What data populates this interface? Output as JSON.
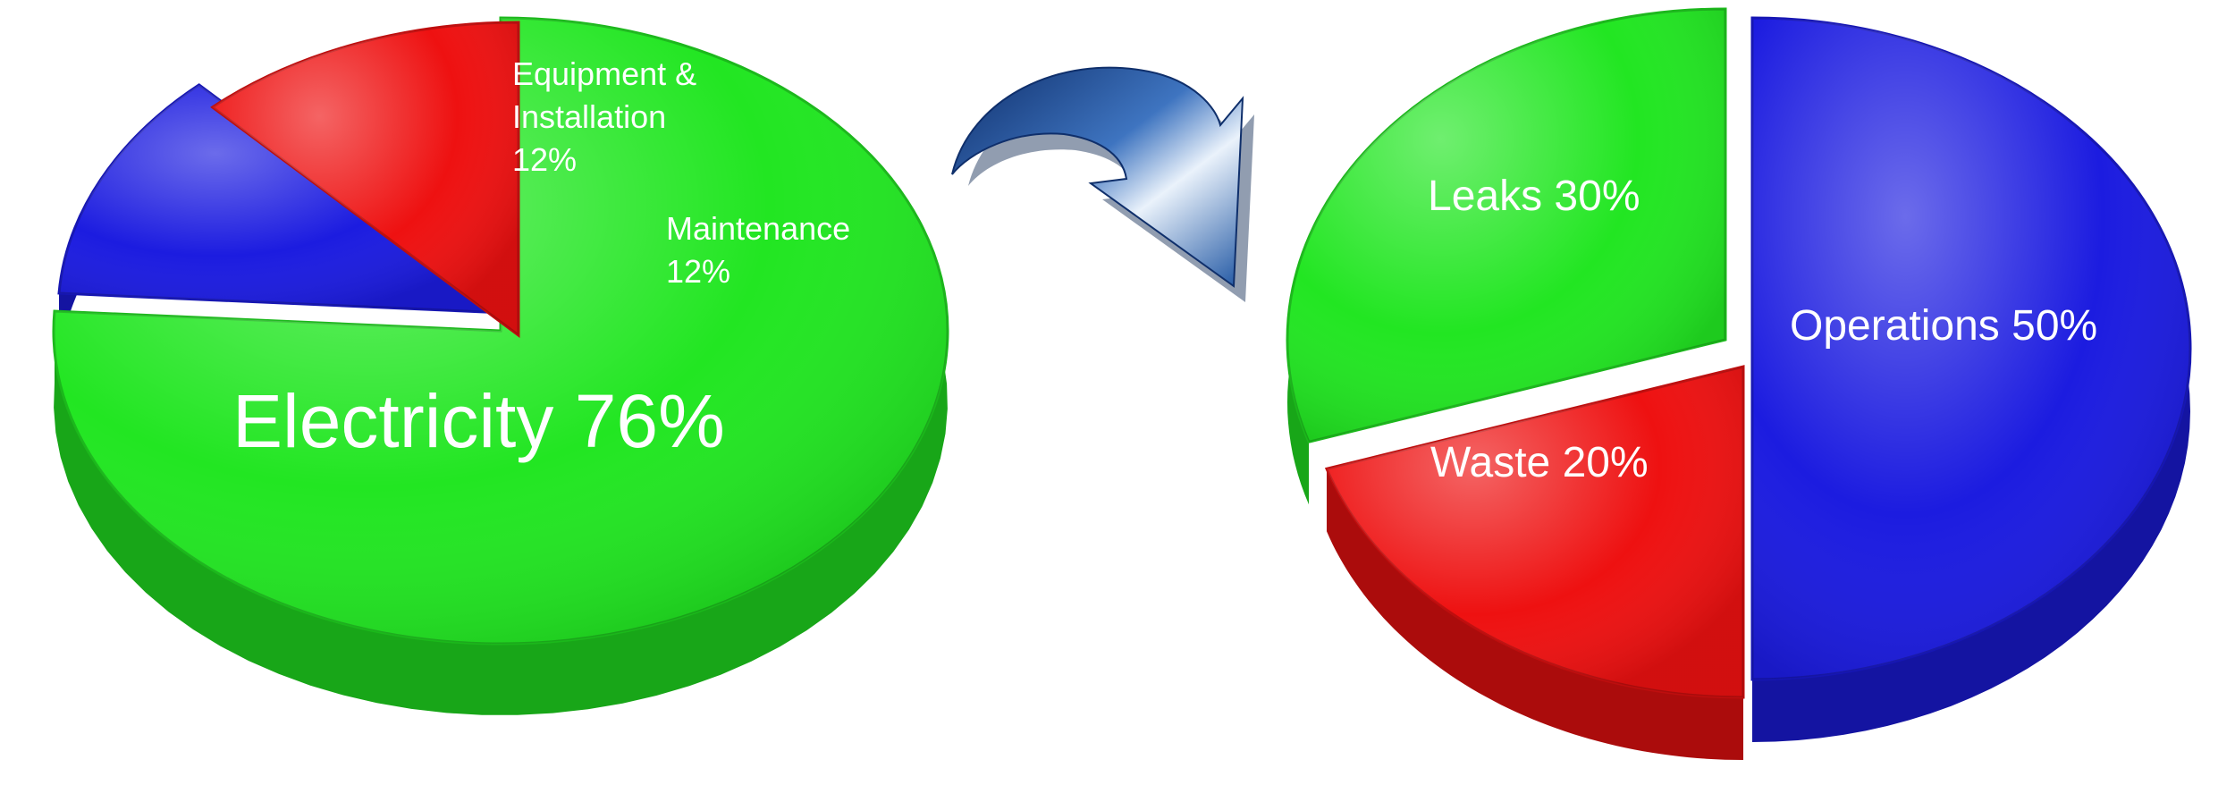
{
  "chart_data": [
    {
      "type": "pie",
      "title": "",
      "slices": [
        {
          "label": "Electricity 76%",
          "value": 76,
          "color": "#22e622"
        },
        {
          "label": "Equipment & Installation 12%",
          "value": 12,
          "color": "#1c1ce0"
        },
        {
          "label": "Maintenance 12%",
          "value": 12,
          "color": "#ee1111"
        }
      ]
    },
    {
      "type": "pie",
      "title": "",
      "slices": [
        {
          "label": "Operations 50%",
          "value": 50,
          "color": "#1c1ce0"
        },
        {
          "label": "Waste 20%",
          "value": 20,
          "color": "#ee1111"
        },
        {
          "label": "Leaks 30%",
          "value": 30,
          "color": "#22e622"
        }
      ]
    }
  ],
  "arrow": {
    "icon": "curved-arrow-icon",
    "color": "#2a5fa8"
  }
}
